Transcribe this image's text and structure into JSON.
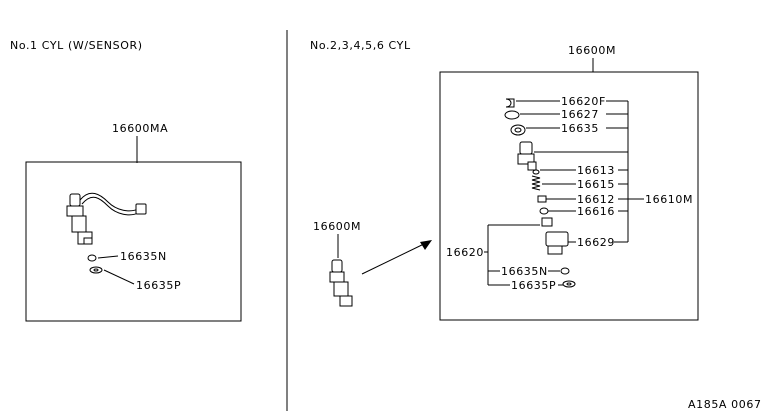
{
  "left_panel": {
    "heading": "No.1 CYL (W/SENSOR)",
    "assembly_label": "16600MA",
    "parts": [
      "16635N",
      "16635P"
    ]
  },
  "right_panel": {
    "heading": "No.2,3,4,5,6 CYL",
    "loose_label": "16600M",
    "assembly_label": "16600M",
    "subassembly_label": "16610M",
    "nozzle_label": "16620",
    "parts": [
      "16620F",
      "16627",
      "16635",
      "16613",
      "16615",
      "16612",
      "16616",
      "16629",
      "16635N",
      "16635P"
    ]
  },
  "diagram_code": "A185A 0067"
}
